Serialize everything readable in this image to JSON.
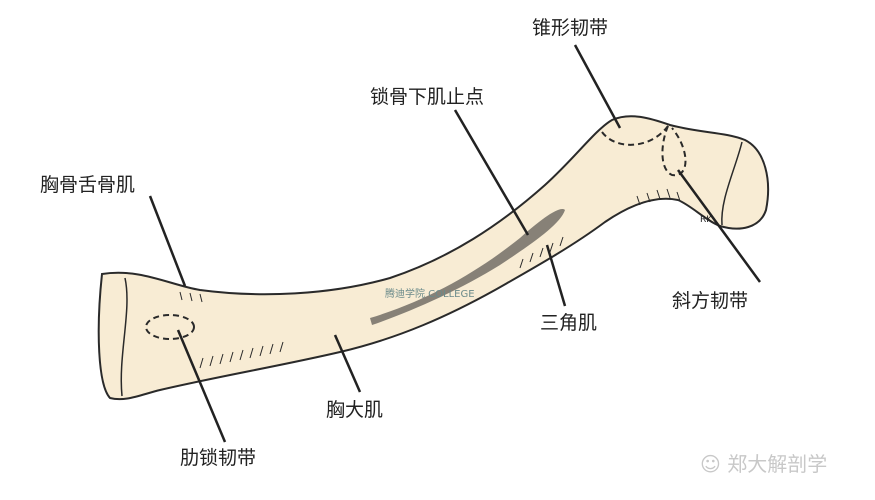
{
  "colors": {
    "bone": "#f8ecd4",
    "outline": "#2a2a2a",
    "text": "#222222"
  },
  "labels": {
    "conoid_ligament": "锥形韧带",
    "subclavius_insertion": "锁骨下肌止点",
    "sternohyoid": "胸骨舌骨肌",
    "trapezoid_ligament": "斜方韧带",
    "deltoid": "三角肌",
    "pectoralis_major": "胸大肌",
    "costoclavicular_ligament": "肋锁韧带"
  },
  "artist_initials": "RK",
  "watermarks": {
    "center": "腾迪学院 COLLEGE",
    "corner": "郑大解剖学"
  }
}
